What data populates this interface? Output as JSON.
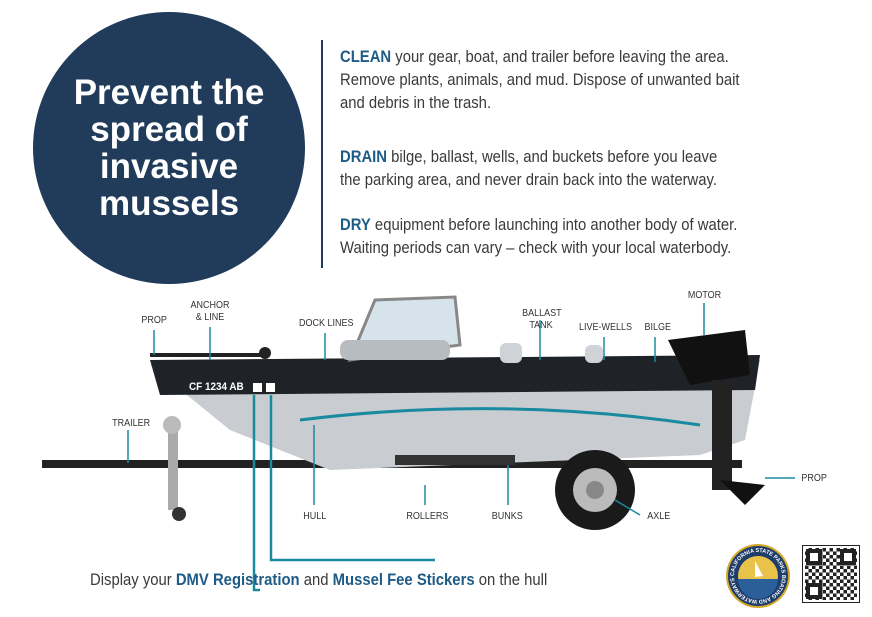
{
  "headline": "Prevent the spread of invasive mussels",
  "steps": [
    {
      "keyword": "CLEAN",
      "text": " your gear, boat, and trailer before leaving the area. Remove plants, animals, and mud. Dispose of unwanted bait and debris in the trash."
    },
    {
      "keyword": "DRAIN",
      "text": " bilge, ballast, wells, and buckets before you leave the parking area, and never drain back into the waterway."
    },
    {
      "keyword": "DRY",
      "text": " equipment before launching into another body of water. Waiting periods can vary – check with your local waterbody."
    }
  ],
  "labels": {
    "prop_front": "PROP",
    "anchor": "ANCHOR & LINE",
    "dock_lines": "DOCK LINES",
    "ballast": "BALLAST TANK",
    "live_wells": "LIVE-WELLS",
    "bilge": "BILGE",
    "motor": "MOTOR",
    "trailer": "TRAILER",
    "hull": "HULL",
    "rollers": "ROLLERS",
    "bunks": "BUNKS",
    "axle": "AXLE",
    "prop_rear": "PROP"
  },
  "registration": "CF 1234 AB",
  "footer": {
    "pre": "Display your ",
    "reg": "DMV Registration",
    "mid": " and ",
    "fee": "Mussel Fee Stickers",
    "post": " on the hull"
  },
  "logo_text": "CALIFORNIA STATE PARKS BOATING AND WATERWAYS",
  "colors": {
    "navy": "#213b5b",
    "accent": "#1e5b86",
    "leader": "#1a8aa0"
  }
}
